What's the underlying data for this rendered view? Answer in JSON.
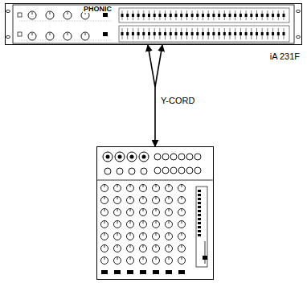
{
  "diagram": {
    "nodes": [
      {
        "text": [
          "PHONIC",
          "iA 231F"
        ]
      },
      {
        "text": []
      }
    ],
    "edges": [
      {
        "from": 1,
        "to": 0,
        "arrow": "both",
        "label": "Y-CORD"
      }
    ]
  }
}
